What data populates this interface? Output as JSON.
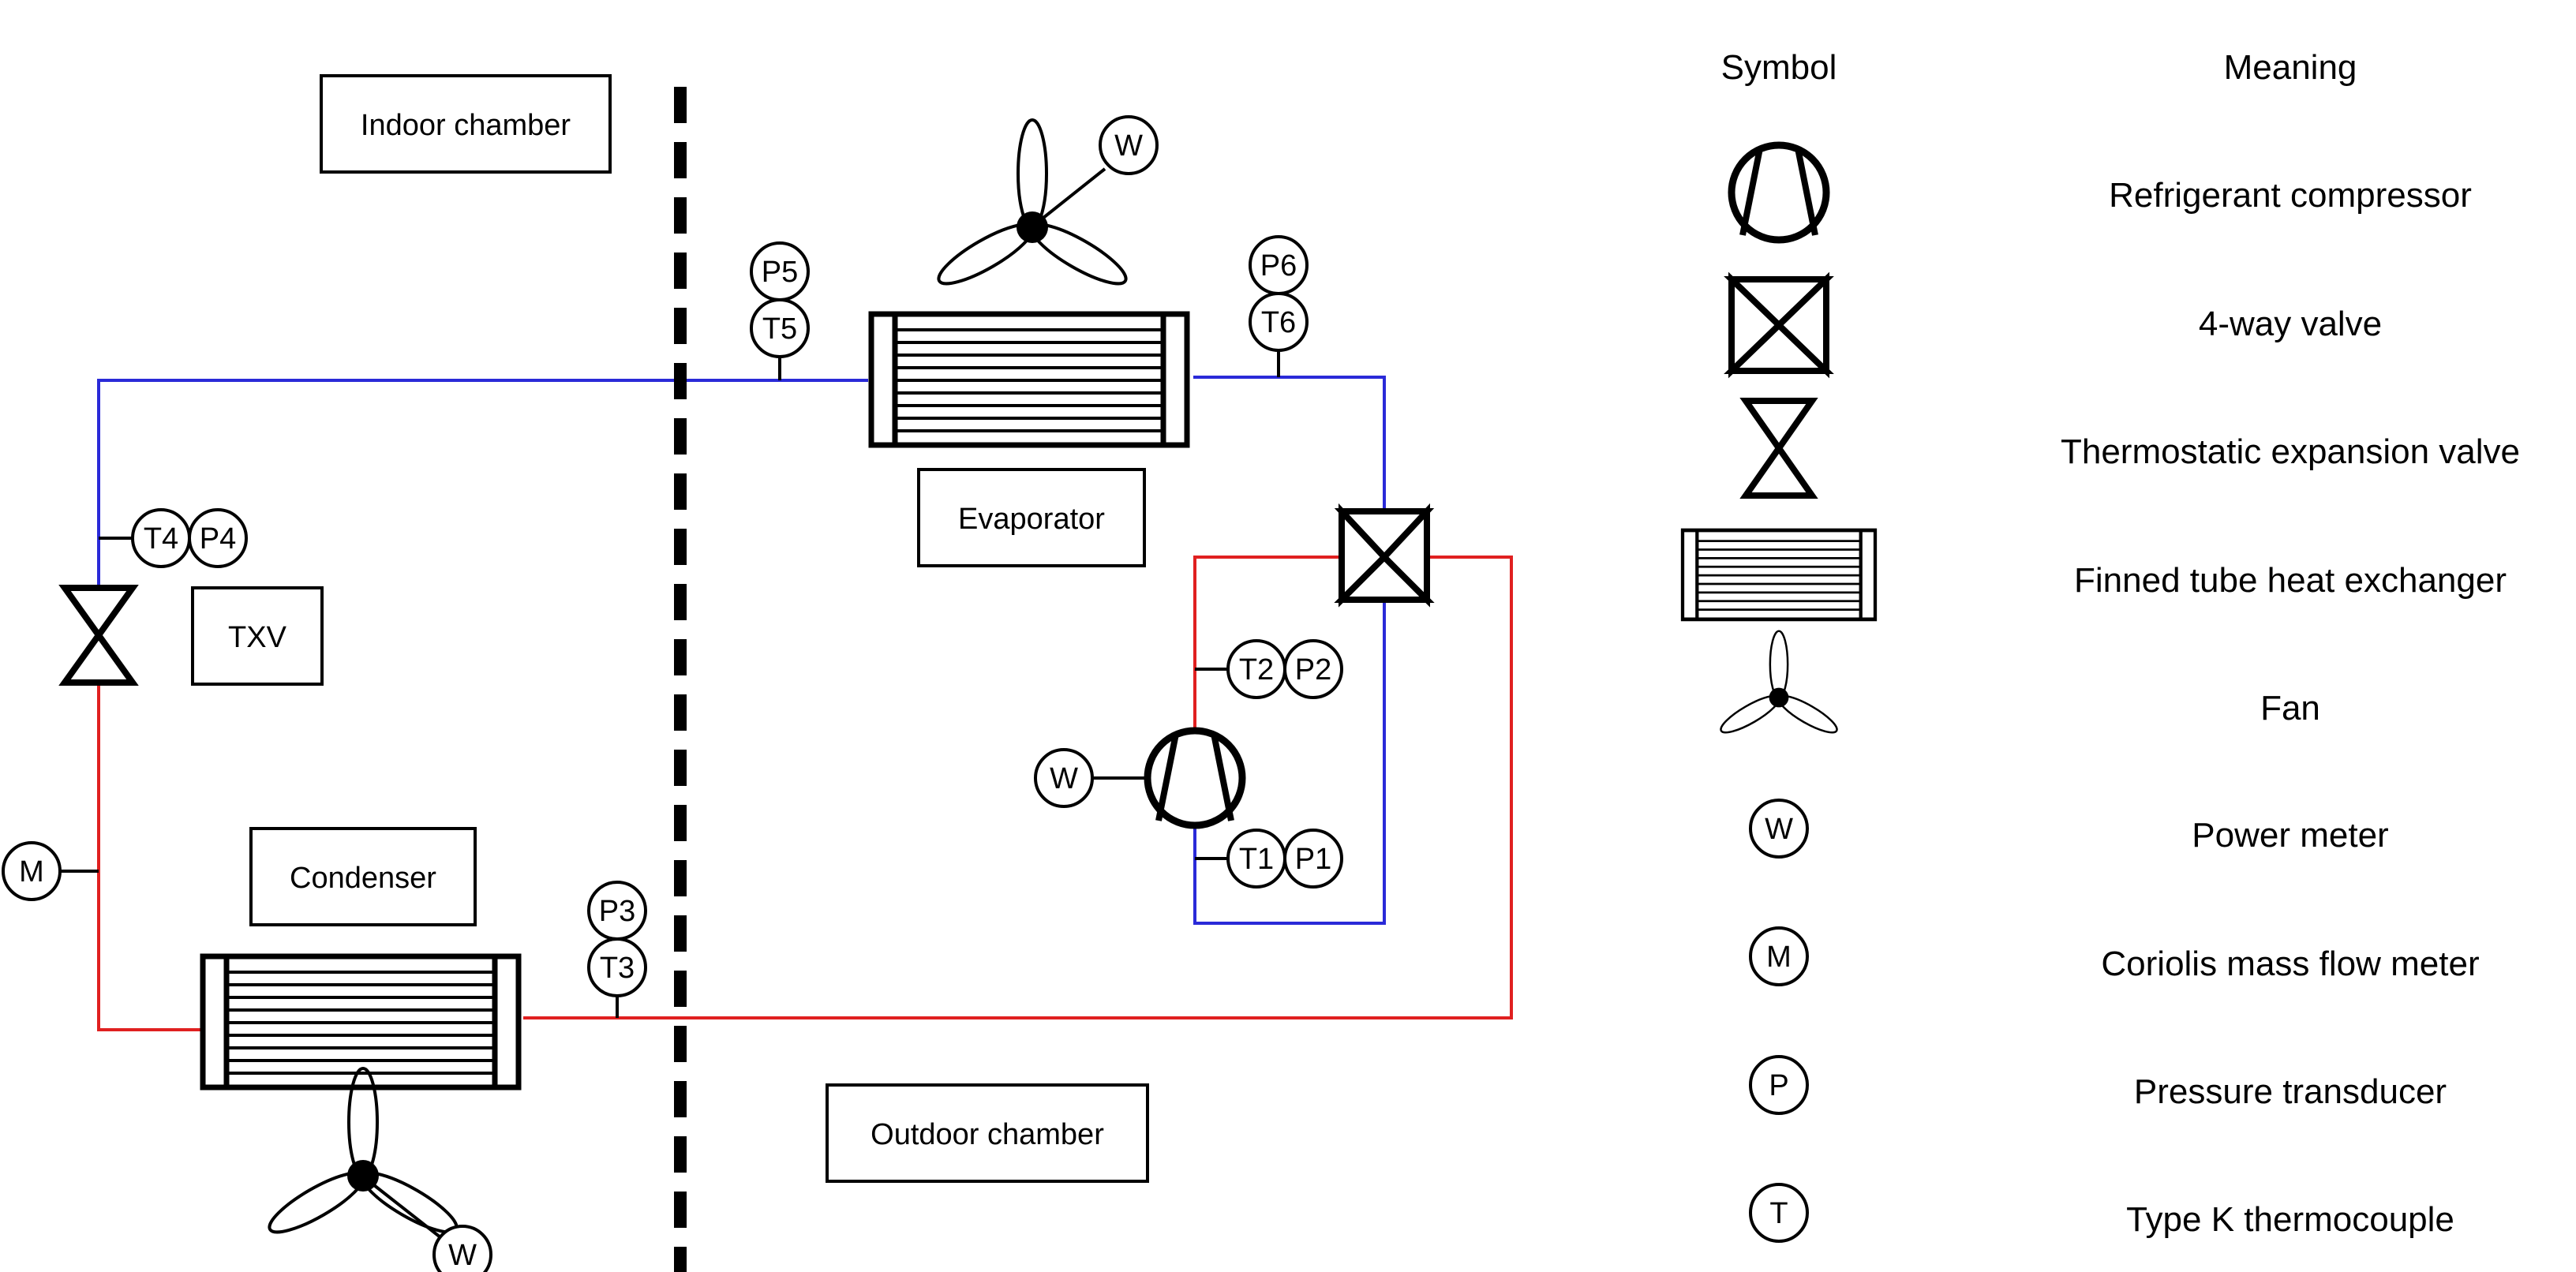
{
  "colors": {
    "hot_line": "#e02020",
    "cold_line": "#2a2ad8",
    "symbol": "#000000",
    "background": "#ffffff"
  },
  "labels": {
    "indoor_chamber": "Indoor chamber",
    "outdoor_chamber": "Outdoor chamber",
    "evaporator": "Evaporator",
    "condenser": "Condenser",
    "txv": "TXV"
  },
  "instruments": {
    "P1": "P1",
    "P2": "P2",
    "P3": "P3",
    "P4": "P4",
    "P5": "P5",
    "P6": "P6",
    "T1": "T1",
    "T2": "T2",
    "T3": "T3",
    "T4": "T4",
    "T5": "T5",
    "T6": "T6",
    "W": "W",
    "M": "M"
  },
  "legend": {
    "header_symbol": "Symbol",
    "header_meaning": "Meaning",
    "items": [
      {
        "symbol": "compressor-icon",
        "meaning": "Refrigerant compressor"
      },
      {
        "symbol": "four-way-valve-icon",
        "meaning": "4-way valve"
      },
      {
        "symbol": "expansion-valve-icon",
        "meaning": "Thermostatic expansion valve"
      },
      {
        "symbol": "heat-exchanger-icon",
        "meaning": "Finned tube heat exchanger"
      },
      {
        "symbol": "fan-icon",
        "meaning": "Fan"
      },
      {
        "symbol": "W",
        "meaning": "Power meter"
      },
      {
        "symbol": "M",
        "meaning": "Coriolis mass flow meter"
      },
      {
        "symbol": "P",
        "meaning": "Pressure transducer"
      },
      {
        "symbol": "T",
        "meaning": "Type K thermocouple"
      }
    ]
  }
}
